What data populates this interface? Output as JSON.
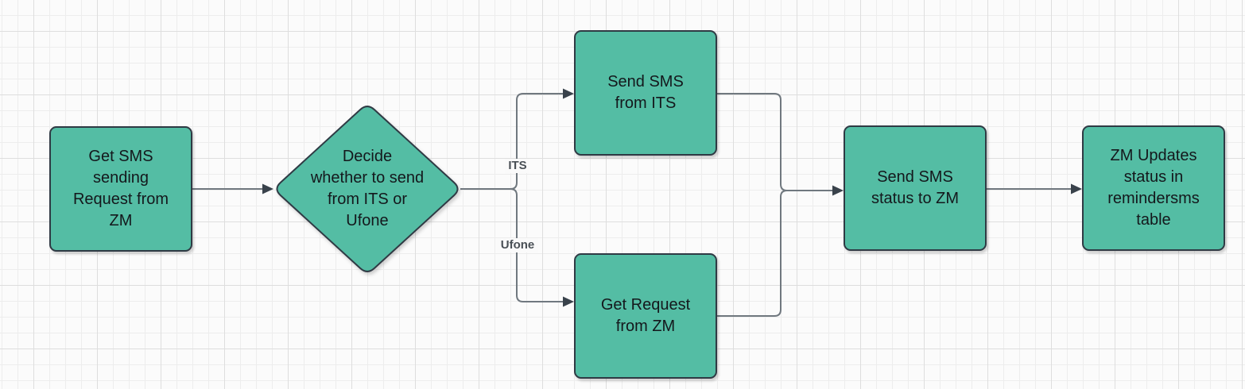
{
  "diagram": {
    "type": "flowchart",
    "nodes": [
      {
        "id": "get-sms-request",
        "shape": "process",
        "label": "Get SMS\nsending\nRequest from\nZM"
      },
      {
        "id": "decide-provider",
        "shape": "decision",
        "label": "Decide\nwhether to send\nfrom ITS or\nUfone"
      },
      {
        "id": "send-sms-its",
        "shape": "process",
        "label": "Send SMS\nfrom ITS"
      },
      {
        "id": "get-request-zm",
        "shape": "process",
        "label": "Get Request\nfrom ZM"
      },
      {
        "id": "send-status-zm",
        "shape": "process",
        "label": "Send SMS\nstatus to ZM"
      },
      {
        "id": "zm-updates",
        "shape": "process",
        "label": "ZM Updates\nstatus in\nremindersms\ntable"
      }
    ],
    "edges": [
      {
        "from": "get-sms-request",
        "to": "decide-provider",
        "label": ""
      },
      {
        "from": "decide-provider",
        "to": "send-sms-its",
        "label": "ITS"
      },
      {
        "from": "decide-provider",
        "to": "get-request-zm",
        "label": "Ufone"
      },
      {
        "from": "send-sms-its",
        "to": "send-status-zm",
        "label": ""
      },
      {
        "from": "get-request-zm",
        "to": "send-status-zm",
        "label": ""
      },
      {
        "from": "send-status-zm",
        "to": "zm-updates",
        "label": ""
      }
    ],
    "appearance": {
      "node_fill": "#54bda4",
      "node_border": "#2f3a44",
      "node_text": "#14181c",
      "edge_stroke": "#70787f",
      "arrowhead": "#39424b",
      "edge_label_text": "#4a5056",
      "canvas_background": "#fbfbfb",
      "grid_minor": "#ededed",
      "grid_major": "#dedede"
    }
  }
}
